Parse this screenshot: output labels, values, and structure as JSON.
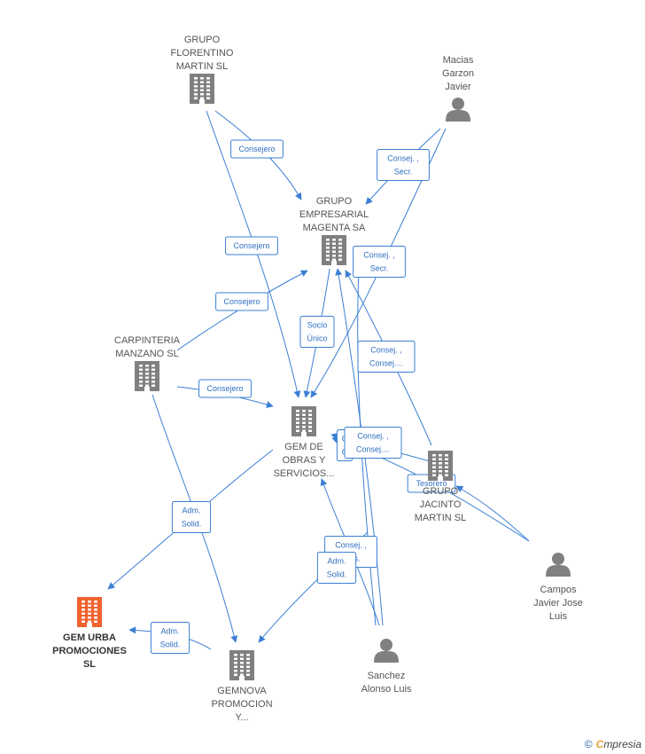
{
  "nodes": [
    {
      "id": "florentino",
      "type": "company",
      "lines": [
        "GRUPO",
        "FLORENTINO",
        "MARTIN SL"
      ],
      "highlight": false
    },
    {
      "id": "macias",
      "type": "person",
      "lines": [
        "Macias",
        "Garzon",
        "Javier"
      ],
      "highlight": false
    },
    {
      "id": "magenta",
      "type": "company",
      "lines": [
        "GRUPO",
        "EMPRESARIAL",
        "MAGENTA SA"
      ],
      "highlight": false
    },
    {
      "id": "carpinteria",
      "type": "company",
      "lines": [
        "CARPINTERIA",
        "MANZANO SL"
      ],
      "highlight": false
    },
    {
      "id": "gem_obras",
      "type": "company",
      "lines": [
        "GEM DE",
        "OBRAS Y",
        "SERVICIOS..."
      ],
      "highlight": false
    },
    {
      "id": "jacinto",
      "type": "company",
      "lines": [
        "GRUPO",
        "JACINTO",
        "MARTIN SL"
      ],
      "highlight": false
    },
    {
      "id": "campos",
      "type": "person",
      "lines": [
        "Campos",
        "Javier Jose",
        "Luis"
      ],
      "highlight": false
    },
    {
      "id": "gem_urba",
      "type": "company",
      "lines": [
        "GEM URBA",
        "PROMOCIONES",
        "SL"
      ],
      "highlight": true
    },
    {
      "id": "gemnova",
      "type": "company",
      "lines": [
        "GEMNOVA",
        "PROMOCION",
        "Y..."
      ],
      "highlight": false
    },
    {
      "id": "sanchez",
      "type": "person",
      "lines": [
        "Sanchez",
        "Alonso Luis"
      ],
      "highlight": false
    }
  ],
  "edge_labels": [
    {
      "id": "e1",
      "lines": [
        "Consejero"
      ]
    },
    {
      "id": "e2",
      "lines": [
        "Consejero"
      ]
    },
    {
      "id": "e3",
      "lines": [
        "Consej. ,",
        "Secr."
      ]
    },
    {
      "id": "e4",
      "lines": [
        "Consej. ,",
        "Secr."
      ]
    },
    {
      "id": "e5",
      "lines": [
        "Consejero"
      ]
    },
    {
      "id": "e6",
      "lines": [
        "Socio",
        "Único"
      ]
    },
    {
      "id": "e7",
      "lines": [
        "Consej. ,",
        "Consej...."
      ]
    },
    {
      "id": "e8",
      "lines": [
        "Consejero"
      ]
    },
    {
      "id": "e9",
      "lines": [
        "C",
        "C"
      ]
    },
    {
      "id": "e10",
      "lines": [
        "Consej. ,",
        "Consej...."
      ]
    },
    {
      "id": "e11",
      "lines": [
        "Tesorero"
      ]
    },
    {
      "id": "e12",
      "lines": [
        "Adm.",
        "Solid."
      ]
    },
    {
      "id": "e13",
      "lines": [
        "Consej. ,",
        "Pres."
      ]
    },
    {
      "id": "e14",
      "lines": [
        "Adm.",
        "Solid."
      ]
    },
    {
      "id": "e15",
      "lines": [
        "Adm.",
        "Solid."
      ]
    }
  ],
  "footer": {
    "copyright": "©",
    "brand_first": "C",
    "brand_rest": "mpresia"
  },
  "colors": {
    "edge": "#3b7fd4",
    "node": "#808080",
    "highlight": "#f0622e"
  }
}
